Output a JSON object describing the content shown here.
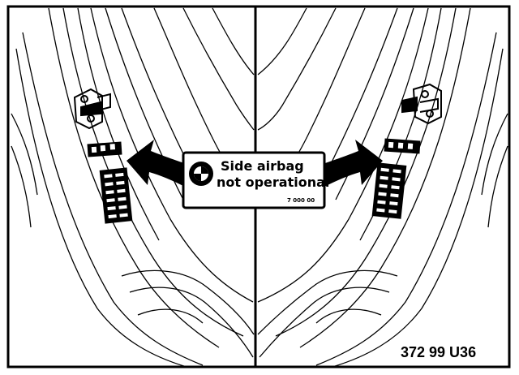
{
  "diagram": {
    "label": {
      "line1": "Side airbag",
      "line2": "not operational",
      "part_number": "7 000 00"
    },
    "figure_code": "372 99 U36",
    "logo_icon": "bmw-roundel-icon",
    "colors": {
      "ink": "#000000",
      "paper": "#ffffff"
    }
  }
}
